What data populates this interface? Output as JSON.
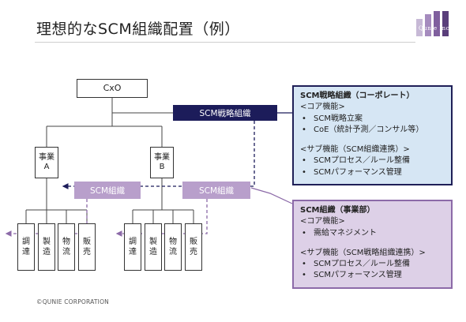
{
  "title": "理想的なSCM組織配置（例）",
  "logo": {
    "text": "Qunie Inc",
    "colors": [
      "#c7b9d6",
      "#a58bbe",
      "#7f5f9e",
      "#5a3f7b"
    ]
  },
  "org": {
    "cxo": "CxO",
    "scm_hq": "SCM戦略組織",
    "biz_a": {
      "line1": "事業",
      "line2": "A"
    },
    "biz_b": {
      "line1": "事業",
      "line2": "B"
    },
    "scm_a": "SCM組織",
    "scm_b": "SCM組織",
    "depts": [
      "調達",
      "製造",
      "物流",
      "販売"
    ]
  },
  "info_corporate": {
    "heading": "SCM戦略組織（コーポレート）",
    "core_label": "<コア機能>",
    "core_items": [
      "SCM戦略立案",
      "CoE（統計予測／コンサル等）"
    ],
    "sub_label": "<サブ機能（SCM組織連携）>",
    "sub_items": [
      "SCMプロセス／ルール整備",
      "SCMパフォーマンス管理"
    ]
  },
  "info_division": {
    "heading": "SCM組織（事業部）",
    "core_label": "<コア機能>",
    "core_items": [
      "需給マネジメント"
    ],
    "sub_label": "<サブ機能（SCM戦略組織連携）>",
    "sub_items": [
      "SCMプロセス／ルール整備",
      "SCMパフォーマンス管理"
    ]
  },
  "colors": {
    "navy": "#1c1c5a",
    "purple": "#8c6aa8",
    "light_purple": "#b89fcb",
    "light_blue": "#d6e6f4"
  },
  "copyright": "©QUNIE CORPORATION"
}
